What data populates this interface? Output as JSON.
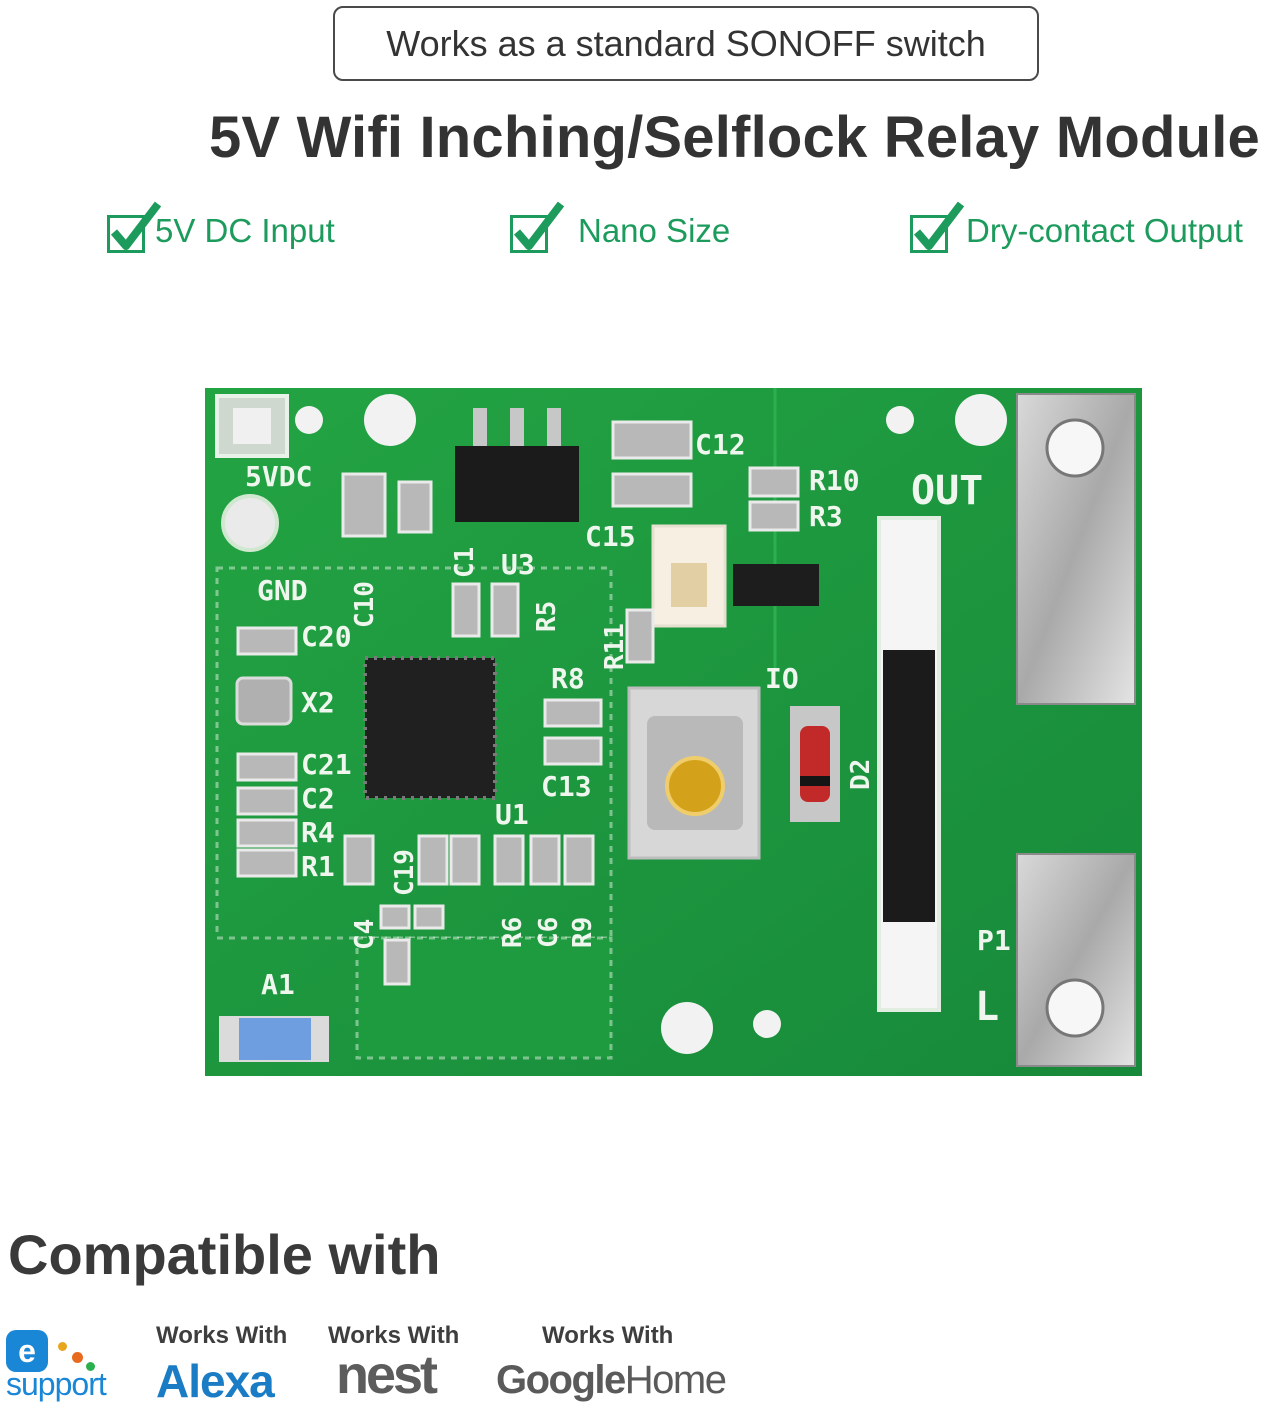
{
  "badge": {
    "text": "Works as a standard SONOFF switch"
  },
  "title": "5V Wifi Inching/Selflock Relay Module",
  "features": [
    {
      "label": "5V DC Input"
    },
    {
      "label": "Nano Size"
    },
    {
      "label": "Dry-contact Output"
    }
  ],
  "board": {
    "silkscreen": {
      "vdc": "5VDC",
      "gnd": "GND",
      "out": "OUT",
      "l": "L",
      "p1": "P1",
      "c12": "C12",
      "r10": "R10",
      "r3": "R3",
      "c15": "C15",
      "c1": "C1",
      "u3": "U3",
      "c10": "C10",
      "r5": "R5",
      "r11": "R11",
      "c20": "C20",
      "x2": "X2",
      "r8": "R8",
      "c13": "C13",
      "c21": "C21",
      "c2": "C2",
      "r4": "R4",
      "r1": "R1",
      "u1": "U1",
      "d2": "D2",
      "a1": "A1",
      "r6": "R6",
      "c6": "C6",
      "r9": "R9",
      "c19": "C19",
      "c4": "C4"
    }
  },
  "compat": {
    "title": "Compatible with",
    "esupport": {
      "e": "e",
      "text": "support"
    },
    "alexa": {
      "works_with": "Works With",
      "name": "Alexa"
    },
    "nest": {
      "works_with": "Works With",
      "name": "nest"
    },
    "google": {
      "works_with": "Works With",
      "name_bold": "Google",
      "name_light": "Home"
    }
  },
  "colors": {
    "accent_green": "#1c9b5c",
    "pcb_green": "#1e9a3c",
    "alexa_blue": "#1a7cc4"
  }
}
